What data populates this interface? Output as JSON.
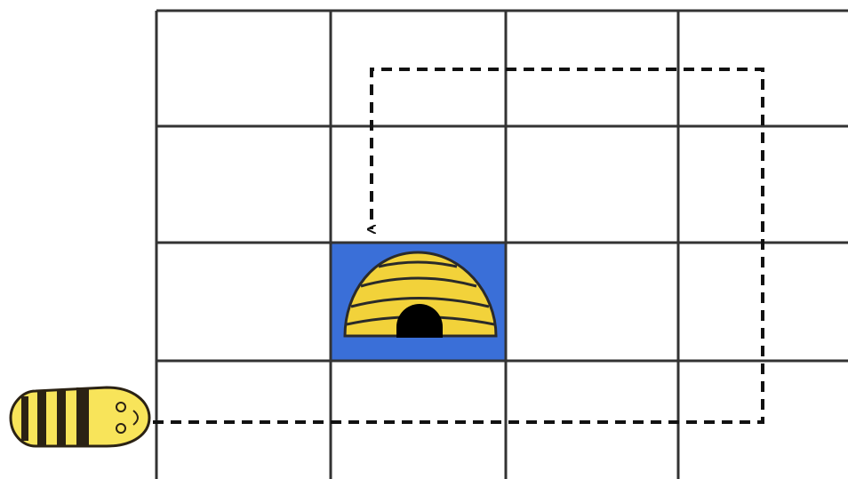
{
  "grid": {
    "columns": 4,
    "rows": 4,
    "line_color": "#333333",
    "highlight_cell": {
      "column": 2,
      "row": 3
    },
    "highlight_color": "#3a6fd8"
  },
  "path": {
    "style": "dashed",
    "color": "#111111",
    "arrow_end": "down"
  },
  "characters": {
    "bee": {
      "icon": "bee-icon",
      "body_color": "#f8e45a",
      "stripe_color": "#2b2214"
    },
    "hive": {
      "icon": "beehive-icon",
      "body_color": "#f2d23a",
      "entrance_color": "#000000"
    }
  }
}
